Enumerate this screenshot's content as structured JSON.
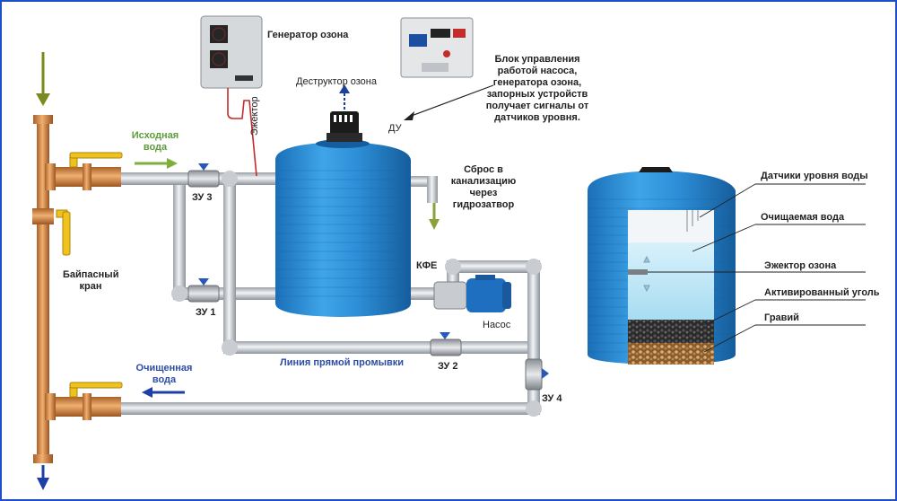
{
  "labels": {
    "ozone_generator": "Генератор озона",
    "ozone_destructor": "Деструктор озона",
    "control_unit": "Блок управления работой насоса, генератора озона, запорных устройств получает сигналы от датчиков уровня.",
    "du": "ДУ",
    "ejector": "Эжектор",
    "drain": "Сброс в канализацию через гидрозатвор",
    "source_water": "Исходная вода",
    "zu3": "ЗУ 3",
    "zu1": "ЗУ 1",
    "zu2": "ЗУ 2",
    "zu4": "ЗУ 4",
    "kfe": "КФЕ",
    "pump": "Насос",
    "flush_line": "Линия прямой промывки",
    "bypass_valve": "Байпасный кран",
    "purified_water": "Очищенная вода",
    "level_sensors": "Датчики уровня воды",
    "treated_water": "Очищаемая вода",
    "ozone_ejector": "Эжектор озона",
    "activated_carbon": "Активированный уголь",
    "gravel": "Гравий"
  },
  "colors": {
    "tank": "#2e8fd8",
    "copper": "#d58a4a",
    "pipe": "#c9cdd1",
    "valve_handle": "#f2c21c",
    "accent_blue": "#2c4ca8",
    "accent_green": "#5c9c3a"
  }
}
